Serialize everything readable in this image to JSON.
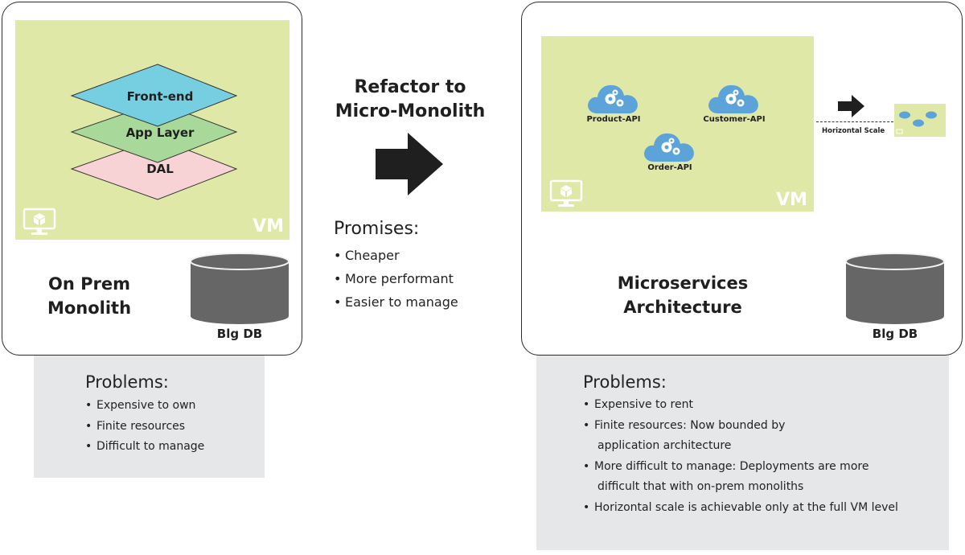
{
  "left": {
    "layers": [
      "Front-end",
      "App Layer",
      "DAL"
    ],
    "vm_label": "VM",
    "title_line1": "On Prem",
    "title_line2": "Monolith",
    "db_label": "Blg DB",
    "problems_title": "Problems:",
    "problems": [
      "Expensive to own",
      "Finite resources",
      "Difficult to manage"
    ]
  },
  "middle": {
    "title_line1": "Refactor to",
    "title_line2": "Micro-Monolith",
    "promises_title": "Promises:",
    "promises": [
      "Cheaper",
      "More performant",
      "Easier to manage"
    ]
  },
  "right": {
    "apis": [
      "Product-API",
      "Customer-API",
      "Order-API"
    ],
    "vm_label": "VM",
    "scale_label": "Horizontal Scale",
    "title_line1": "Microservices",
    "title_line2": "Architecture",
    "db_label": "Blg DB",
    "problems_title": "Problems:",
    "problems": [
      "Expensive to rent",
      "Finite resources: Now bounded by",
      "application architecture",
      "More difficult to manage: Deployments are more",
      "difficult that with on-prem monoliths",
      "Horizontal scale is achievable only at the full VM level"
    ]
  },
  "colors": {
    "vm_green": "#dfe8a6",
    "frontend_blue": "#76cfe0",
    "applayer_green": "#a8d89a",
    "dal_pink": "#f8d3d5",
    "cloud_blue": "#5ba3d9",
    "db_gray": "#666666",
    "problems_gray": "#e6e7e8"
  },
  "icons": [
    "monitor-icon",
    "cloud-gear-icon",
    "database-icon",
    "arrow-right-icon"
  ]
}
